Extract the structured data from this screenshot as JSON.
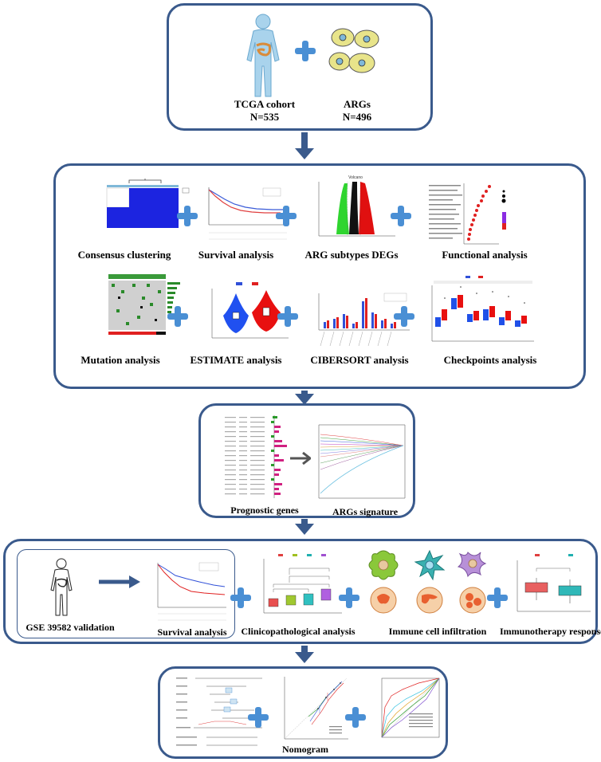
{
  "box1": {
    "left_label_line1": "TCGA cohort",
    "left_label_line2": "N=535",
    "right_label_line1": "ARGs",
    "right_label_line2": "N=496"
  },
  "box2": {
    "row1": [
      "Consensus clustering",
      "Survival analysis",
      "ARG subtypes DEGs",
      "Functional analysis"
    ],
    "row2": [
      "Mutation analysis",
      "ESTIMATE analysis",
      "CIBERSORT analysis",
      "Checkpoints analysis"
    ],
    "volcano_title": "Volcano"
  },
  "box3": {
    "left_label": "Prognostic genes",
    "right_label": "ARGs signature"
  },
  "box4": {
    "validation_label": "GSE 39582 validation",
    "labels": [
      "Survival analysis",
      "Clinicopathological  analysis",
      "Immune cell infiltration",
      "Immunotherapy response"
    ]
  },
  "box5": {
    "label": "Nomogram"
  },
  "colors": {
    "border": "#3a5a8c",
    "plus": "#4a8fd4",
    "arrow": "#3a5a8c",
    "body_fill": "#a9d3ec",
    "intestine": "#d98b3a"
  }
}
